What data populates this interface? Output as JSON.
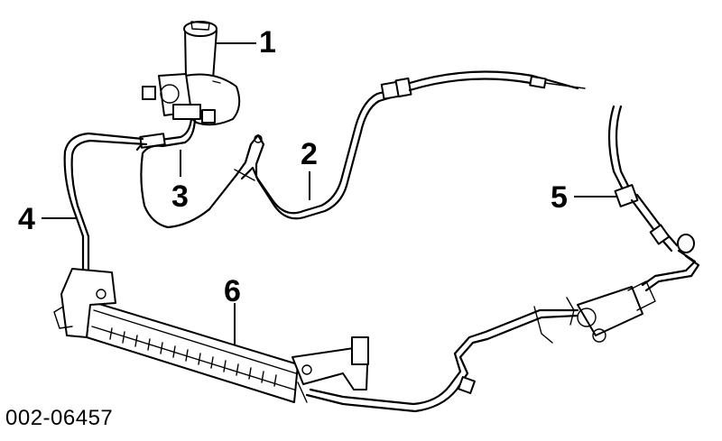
{
  "callouts": [
    {
      "id": "1",
      "label": "1"
    },
    {
      "id": "2",
      "label": "2"
    },
    {
      "id": "3",
      "label": "3"
    },
    {
      "id": "4",
      "label": "4"
    },
    {
      "id": "5",
      "label": "5"
    },
    {
      "id": "6",
      "label": "6"
    }
  ],
  "part_number": "002-06457"
}
